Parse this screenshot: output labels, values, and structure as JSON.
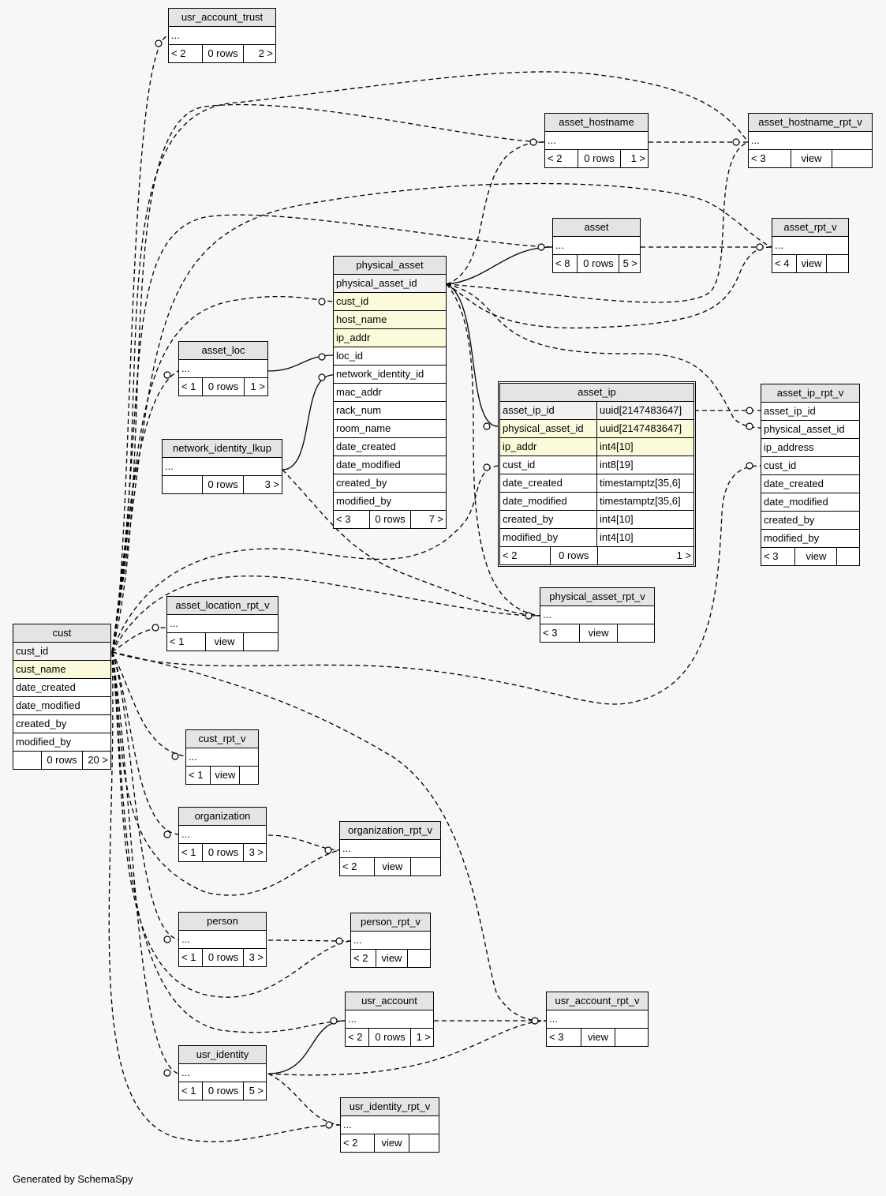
{
  "footer_text": "Generated by SchemaSpy",
  "line_color": "#000000",
  "header_color": "#e4e4e4",
  "indexed_color": "#fbfbdc",
  "tables": {
    "usr_account_trust": {
      "title": "usr_account_trust",
      "rows": [
        {
          "name": "..."
        }
      ],
      "footer": [
        "< 2",
        "0 rows",
        "2 >"
      ]
    },
    "asset_hostname": {
      "title": "asset_hostname",
      "rows": [
        {
          "name": "..."
        }
      ],
      "footer": [
        "< 2",
        "0 rows",
        "1 >"
      ]
    },
    "asset_hostname_rpt_v": {
      "title": "asset_hostname_rpt_v",
      "rows": [
        {
          "name": "..."
        }
      ],
      "footer": [
        "< 3",
        "view",
        ""
      ]
    },
    "asset": {
      "title": "asset",
      "rows": [
        {
          "name": "..."
        }
      ],
      "footer": [
        "< 8",
        "0 rows",
        "5 >"
      ]
    },
    "asset_rpt_v": {
      "title": "asset_rpt_v",
      "rows": [
        {
          "name": "..."
        }
      ],
      "footer": [
        "< 4",
        "view",
        ""
      ]
    },
    "physical_asset": {
      "title": "physical_asset",
      "rows": [
        {
          "name": "physical_asset_id",
          "kind": "pk"
        },
        {
          "name": "cust_id",
          "kind": "idx"
        },
        {
          "name": "host_name",
          "kind": "idx"
        },
        {
          "name": "ip_addr",
          "kind": "idx"
        },
        {
          "name": "loc_id"
        },
        {
          "name": "network_identity_id"
        },
        {
          "name": "mac_addr"
        },
        {
          "name": "rack_num"
        },
        {
          "name": "room_name"
        },
        {
          "name": "date_created"
        },
        {
          "name": "date_modified"
        },
        {
          "name": "created_by"
        },
        {
          "name": "modified_by"
        }
      ],
      "footer": [
        "< 3",
        "0 rows",
        "7 >"
      ]
    },
    "asset_loc": {
      "title": "asset_loc",
      "rows": [
        {
          "name": "..."
        }
      ],
      "footer": [
        "< 1",
        "0 rows",
        "1 >"
      ]
    },
    "network_identity_lkup": {
      "title": "network_identity_lkup",
      "rows": [
        {
          "name": "..."
        }
      ],
      "footer": [
        "",
        "0 rows",
        "3 >"
      ]
    },
    "asset_ip": {
      "title": "asset_ip",
      "rows": [
        {
          "name": "asset_ip_id",
          "type": "uuid[2147483647]",
          "kind": "pk"
        },
        {
          "name": "physical_asset_id",
          "type": "uuid[2147483647]",
          "kind": "idx"
        },
        {
          "name": "ip_addr",
          "type": "int4[10]",
          "kind": "idx"
        },
        {
          "name": "cust_id",
          "type": "int8[19]"
        },
        {
          "name": "date_created",
          "type": "timestamptz[35,6]"
        },
        {
          "name": "date_modified",
          "type": "timestamptz[35,6]"
        },
        {
          "name": "created_by",
          "type": "int4[10]"
        },
        {
          "name": "modified_by",
          "type": "int4[10]"
        }
      ],
      "footer": [
        "< 2",
        "0 rows",
        "1 >"
      ]
    },
    "asset_ip_rpt_v": {
      "title": "asset_ip_rpt_v",
      "rows": [
        {
          "name": "asset_ip_id"
        },
        {
          "name": "physical_asset_id"
        },
        {
          "name": "ip_address"
        },
        {
          "name": "cust_id"
        },
        {
          "name": "date_created"
        },
        {
          "name": "date_modified"
        },
        {
          "name": "created_by"
        },
        {
          "name": "modified_by"
        }
      ],
      "footer": [
        "< 3",
        "view",
        ""
      ]
    },
    "cust": {
      "title": "cust",
      "rows": [
        {
          "name": "cust_id",
          "kind": "pk"
        },
        {
          "name": "cust_name",
          "kind": "idx"
        },
        {
          "name": "date_created"
        },
        {
          "name": "date_modified"
        },
        {
          "name": "created_by"
        },
        {
          "name": "modified_by"
        }
      ],
      "footer": [
        "",
        "0 rows",
        "20 >"
      ]
    },
    "asset_location_rpt_v": {
      "title": "asset_location_rpt_v",
      "rows": [
        {
          "name": "..."
        }
      ],
      "footer": [
        "< 1",
        "view",
        ""
      ]
    },
    "physical_asset_rpt_v": {
      "title": "physical_asset_rpt_v",
      "rows": [
        {
          "name": "..."
        }
      ],
      "footer": [
        "< 3",
        "view",
        ""
      ]
    },
    "cust_rpt_v": {
      "title": "cust_rpt_v",
      "rows": [
        {
          "name": "..."
        }
      ],
      "footer": [
        "< 1",
        "view",
        ""
      ]
    },
    "organization": {
      "title": "organization",
      "rows": [
        {
          "name": "..."
        }
      ],
      "footer": [
        "< 1",
        "0 rows",
        "3 >"
      ]
    },
    "organization_rpt_v": {
      "title": "organization_rpt_v",
      "rows": [
        {
          "name": "..."
        }
      ],
      "footer": [
        "< 2",
        "view",
        ""
      ]
    },
    "person": {
      "title": "person",
      "rows": [
        {
          "name": "..."
        }
      ],
      "footer": [
        "< 1",
        "0 rows",
        "3 >"
      ]
    },
    "person_rpt_v": {
      "title": "person_rpt_v",
      "rows": [
        {
          "name": "..."
        }
      ],
      "footer": [
        "< 2",
        "view",
        ""
      ]
    },
    "usr_account": {
      "title": "usr_account",
      "rows": [
        {
          "name": "..."
        }
      ],
      "footer": [
        "< 2",
        "0 rows",
        "1 >"
      ]
    },
    "usr_account_rpt_v": {
      "title": "usr_account_rpt_v",
      "rows": [
        {
          "name": "..."
        }
      ],
      "footer": [
        "< 3",
        "view",
        ""
      ]
    },
    "usr_identity": {
      "title": "usr_identity",
      "rows": [
        {
          "name": "..."
        }
      ],
      "footer": [
        "< 1",
        "0 rows",
        "5 >"
      ]
    },
    "usr_identity_rpt_v": {
      "title": "usr_identity_rpt_v",
      "rows": [
        {
          "name": "..."
        }
      ],
      "footer": [
        "< 2",
        "view",
        ""
      ]
    }
  }
}
